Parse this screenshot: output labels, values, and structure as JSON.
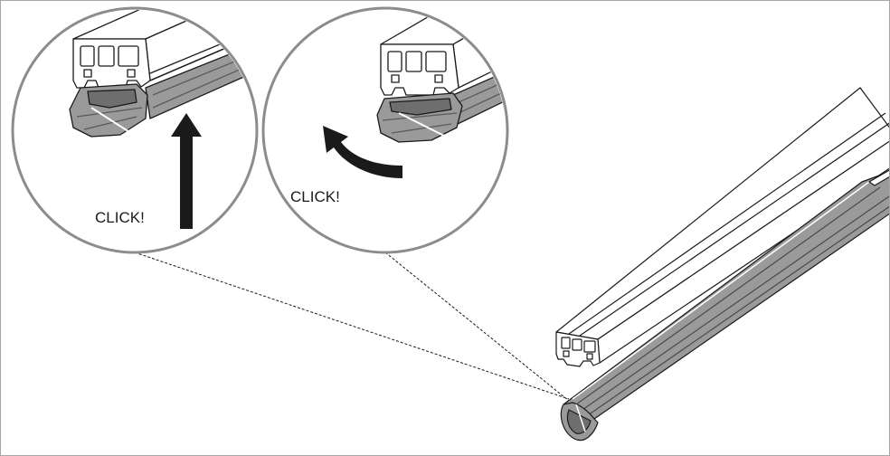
{
  "detail_left": {
    "label": "CLICK!",
    "motion": "straight-up-arrow"
  },
  "detail_right": {
    "label": "CLICK!",
    "motion": "curved-rotate-arrow"
  },
  "colors": {
    "outline": "#1a1a1a",
    "circle_stroke": "#8c8c8c",
    "seal_gray": "#9a9a9a",
    "seal_dark": "#6e6e6e",
    "profile_fill": "#ffffff",
    "arrow": "#1a1a1a",
    "frame_border": "#a6a6a6"
  }
}
